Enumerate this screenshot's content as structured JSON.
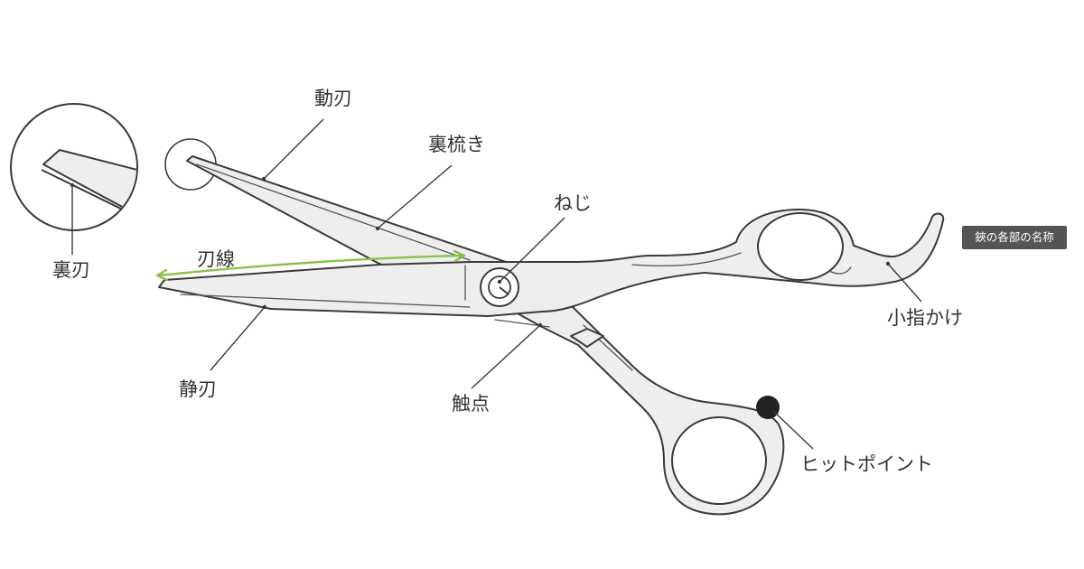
{
  "caption": "鋏の各部の名称",
  "labels": {
    "moving_blade": "動刃",
    "back_comb": "裏梳き",
    "back_blade": "裏刃",
    "blade_line": "刃線",
    "screw": "ねじ",
    "pinky_rest": "小指かけ",
    "still_blade": "静刃",
    "contact_point": "触点",
    "hit_point": "ヒットポイント"
  },
  "colors": {
    "outline": "#3a3a3a",
    "metal_fill": "#eeeeee",
    "blade_line_arrow": "#8cc04b",
    "hit_point": "#222222",
    "caption_bg": "#555555"
  }
}
